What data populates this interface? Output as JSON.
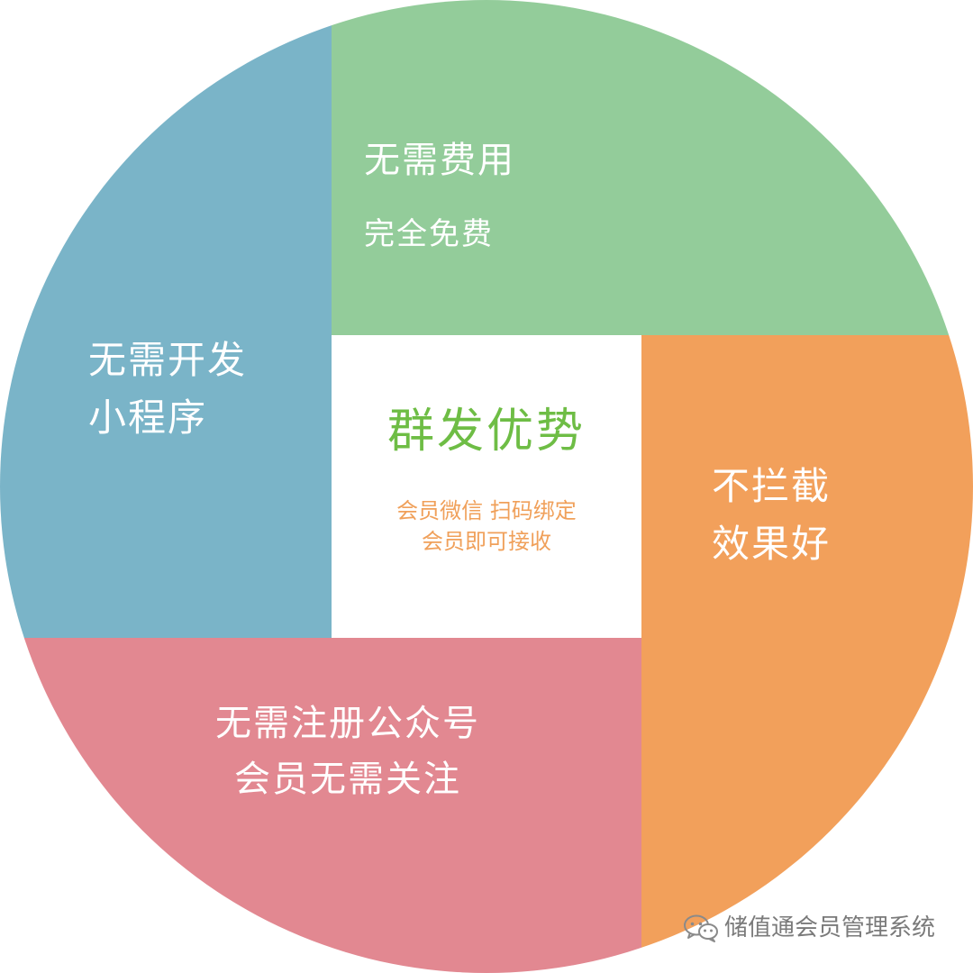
{
  "colors": {
    "top": "#93cc9a",
    "left": "#7ab4c8",
    "right": "#f2a05b",
    "bottom": "#e28891",
    "center": "#ffffff",
    "center_title": "#6ebd45",
    "center_desc": "#f0a05a"
  },
  "segments": {
    "top": {
      "title": "无需费用",
      "subtitle": "完全免费"
    },
    "left": {
      "lines": [
        "无需开发",
        "小程序"
      ]
    },
    "right": {
      "lines": [
        "不拦截",
        "效果好"
      ]
    },
    "bottom": {
      "lines": [
        "无需注册公众号",
        "会员无需关注"
      ]
    }
  },
  "center": {
    "title": "群发优势",
    "desc": [
      "会员微信 扫码绑定",
      "会员即可接收"
    ]
  },
  "watermark": {
    "icon": "wechat-icon",
    "text": "储值通会员管理系统"
  }
}
